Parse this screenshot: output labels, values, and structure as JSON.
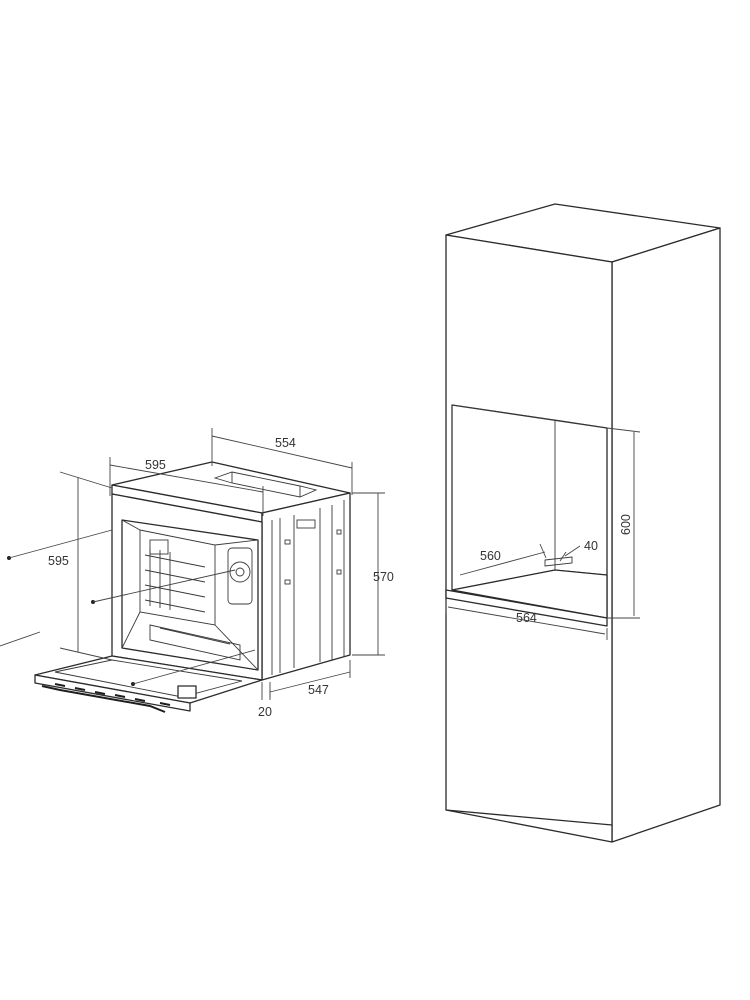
{
  "oven_dimensions": {
    "width_top": "595",
    "depth_top": "554",
    "height_front": "595",
    "height_side": "570",
    "depth_side": "547",
    "door_offset": "20"
  },
  "cabinet_dimensions": {
    "niche_height": "600",
    "niche_depth": "560",
    "vent_gap": "40",
    "niche_width": "564"
  }
}
